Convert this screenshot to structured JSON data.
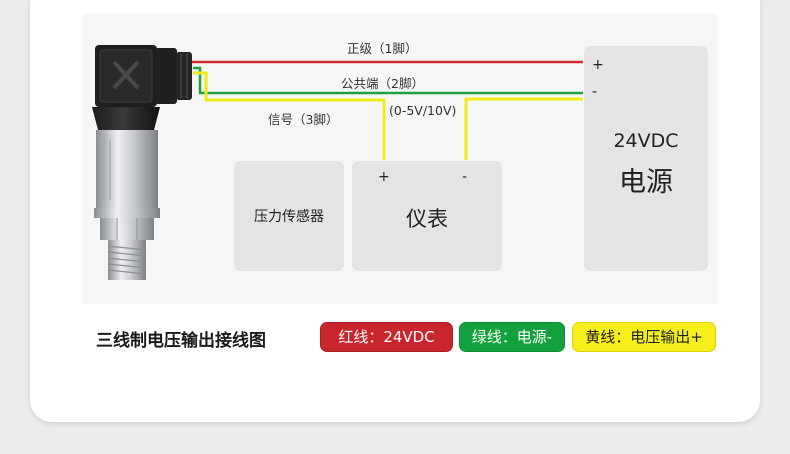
{
  "wires": {
    "red_label": "正级（1脚）",
    "green_label": "公共端（2脚）",
    "yellow_label": "信号（3脚）",
    "range_label": "(0-5V/10V)"
  },
  "boxes": {
    "sensor": "压力传感器",
    "meter": {
      "name": "仪表",
      "plus": "+",
      "minus": "-"
    },
    "power": {
      "plus": "+",
      "minus": "-",
      "voltage": "24VDC",
      "name": "电源"
    }
  },
  "caption": "三线制电压输出接线图",
  "legend": [
    {
      "text": "红线：24VDC",
      "color": "#c9252c"
    },
    {
      "text": "绿线：电源-",
      "color": "#12a13c"
    },
    {
      "text": "黄线：电压输出+",
      "color": "#f6ef1c"
    }
  ],
  "colors": {
    "red_wire": "#d12a2a",
    "green_wire": "#1aa33a",
    "yellow_wire": "#f2ea1a"
  }
}
